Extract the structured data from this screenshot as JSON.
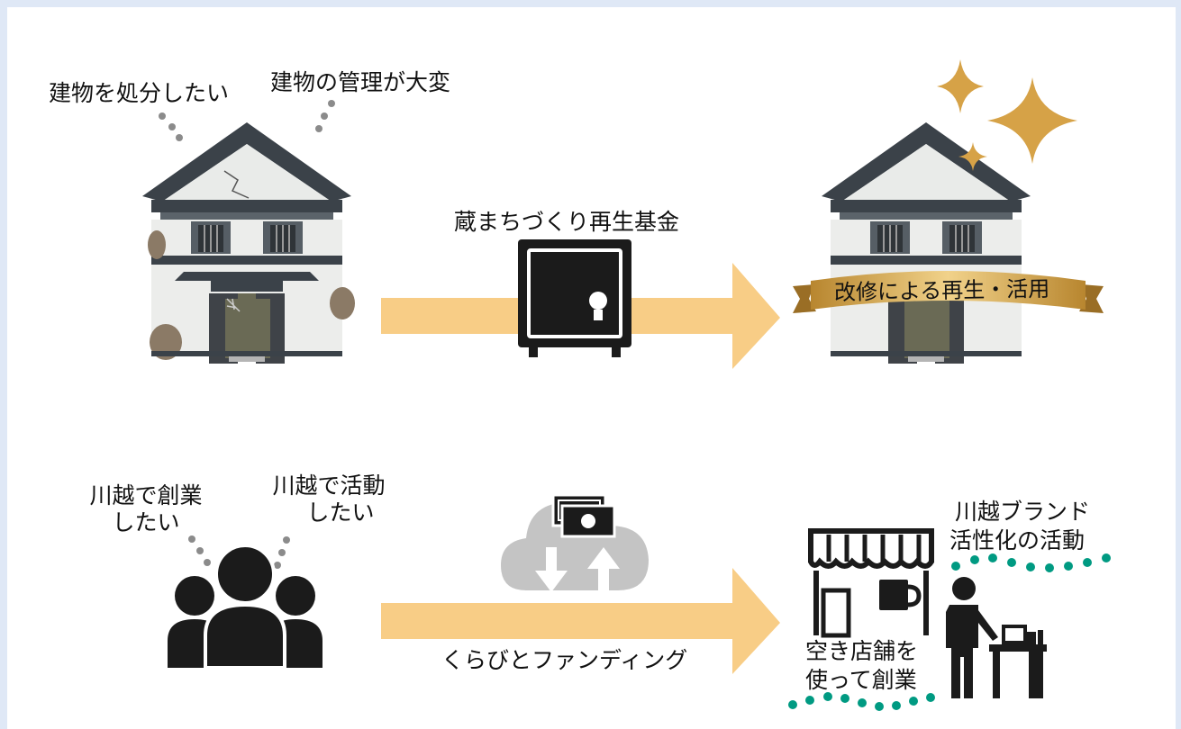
{
  "colors": {
    "arrow": "#f8cd86",
    "wall": "#ecedeb",
    "roof": "#3b4249",
    "dark": "#1b1b1b",
    "gold": "#d6a247",
    "teal": "#009a82",
    "cloud": "#c4c4c4"
  },
  "top": {
    "thought_dispose": "建物を処分したい",
    "thought_manage": "建物の管理が大変",
    "fund_label": "蔵まちづくり再生基金",
    "ribbon_text": "改修による再生・活用"
  },
  "bottom": {
    "thought_start_business_lines": [
      "川越で創業",
      "したい"
    ],
    "thought_activity_lines": [
      "川越で活動",
      "したい"
    ],
    "crowdfunding_label": "くらびとファンディング",
    "brand_activity_lines": [
      "川越ブランド",
      "活性化の活動"
    ],
    "vacant_store_lines": [
      "空き店舗を",
      "使って創業"
    ]
  },
  "icons": [
    "old-storehouse-icon",
    "renovated-storehouse-icon",
    "safe-icon",
    "sparkle-icon",
    "people-group-icon",
    "cloud-money-icon",
    "shop-front-icon",
    "coffee-cup-icon",
    "worker-at-counter-icon"
  ]
}
